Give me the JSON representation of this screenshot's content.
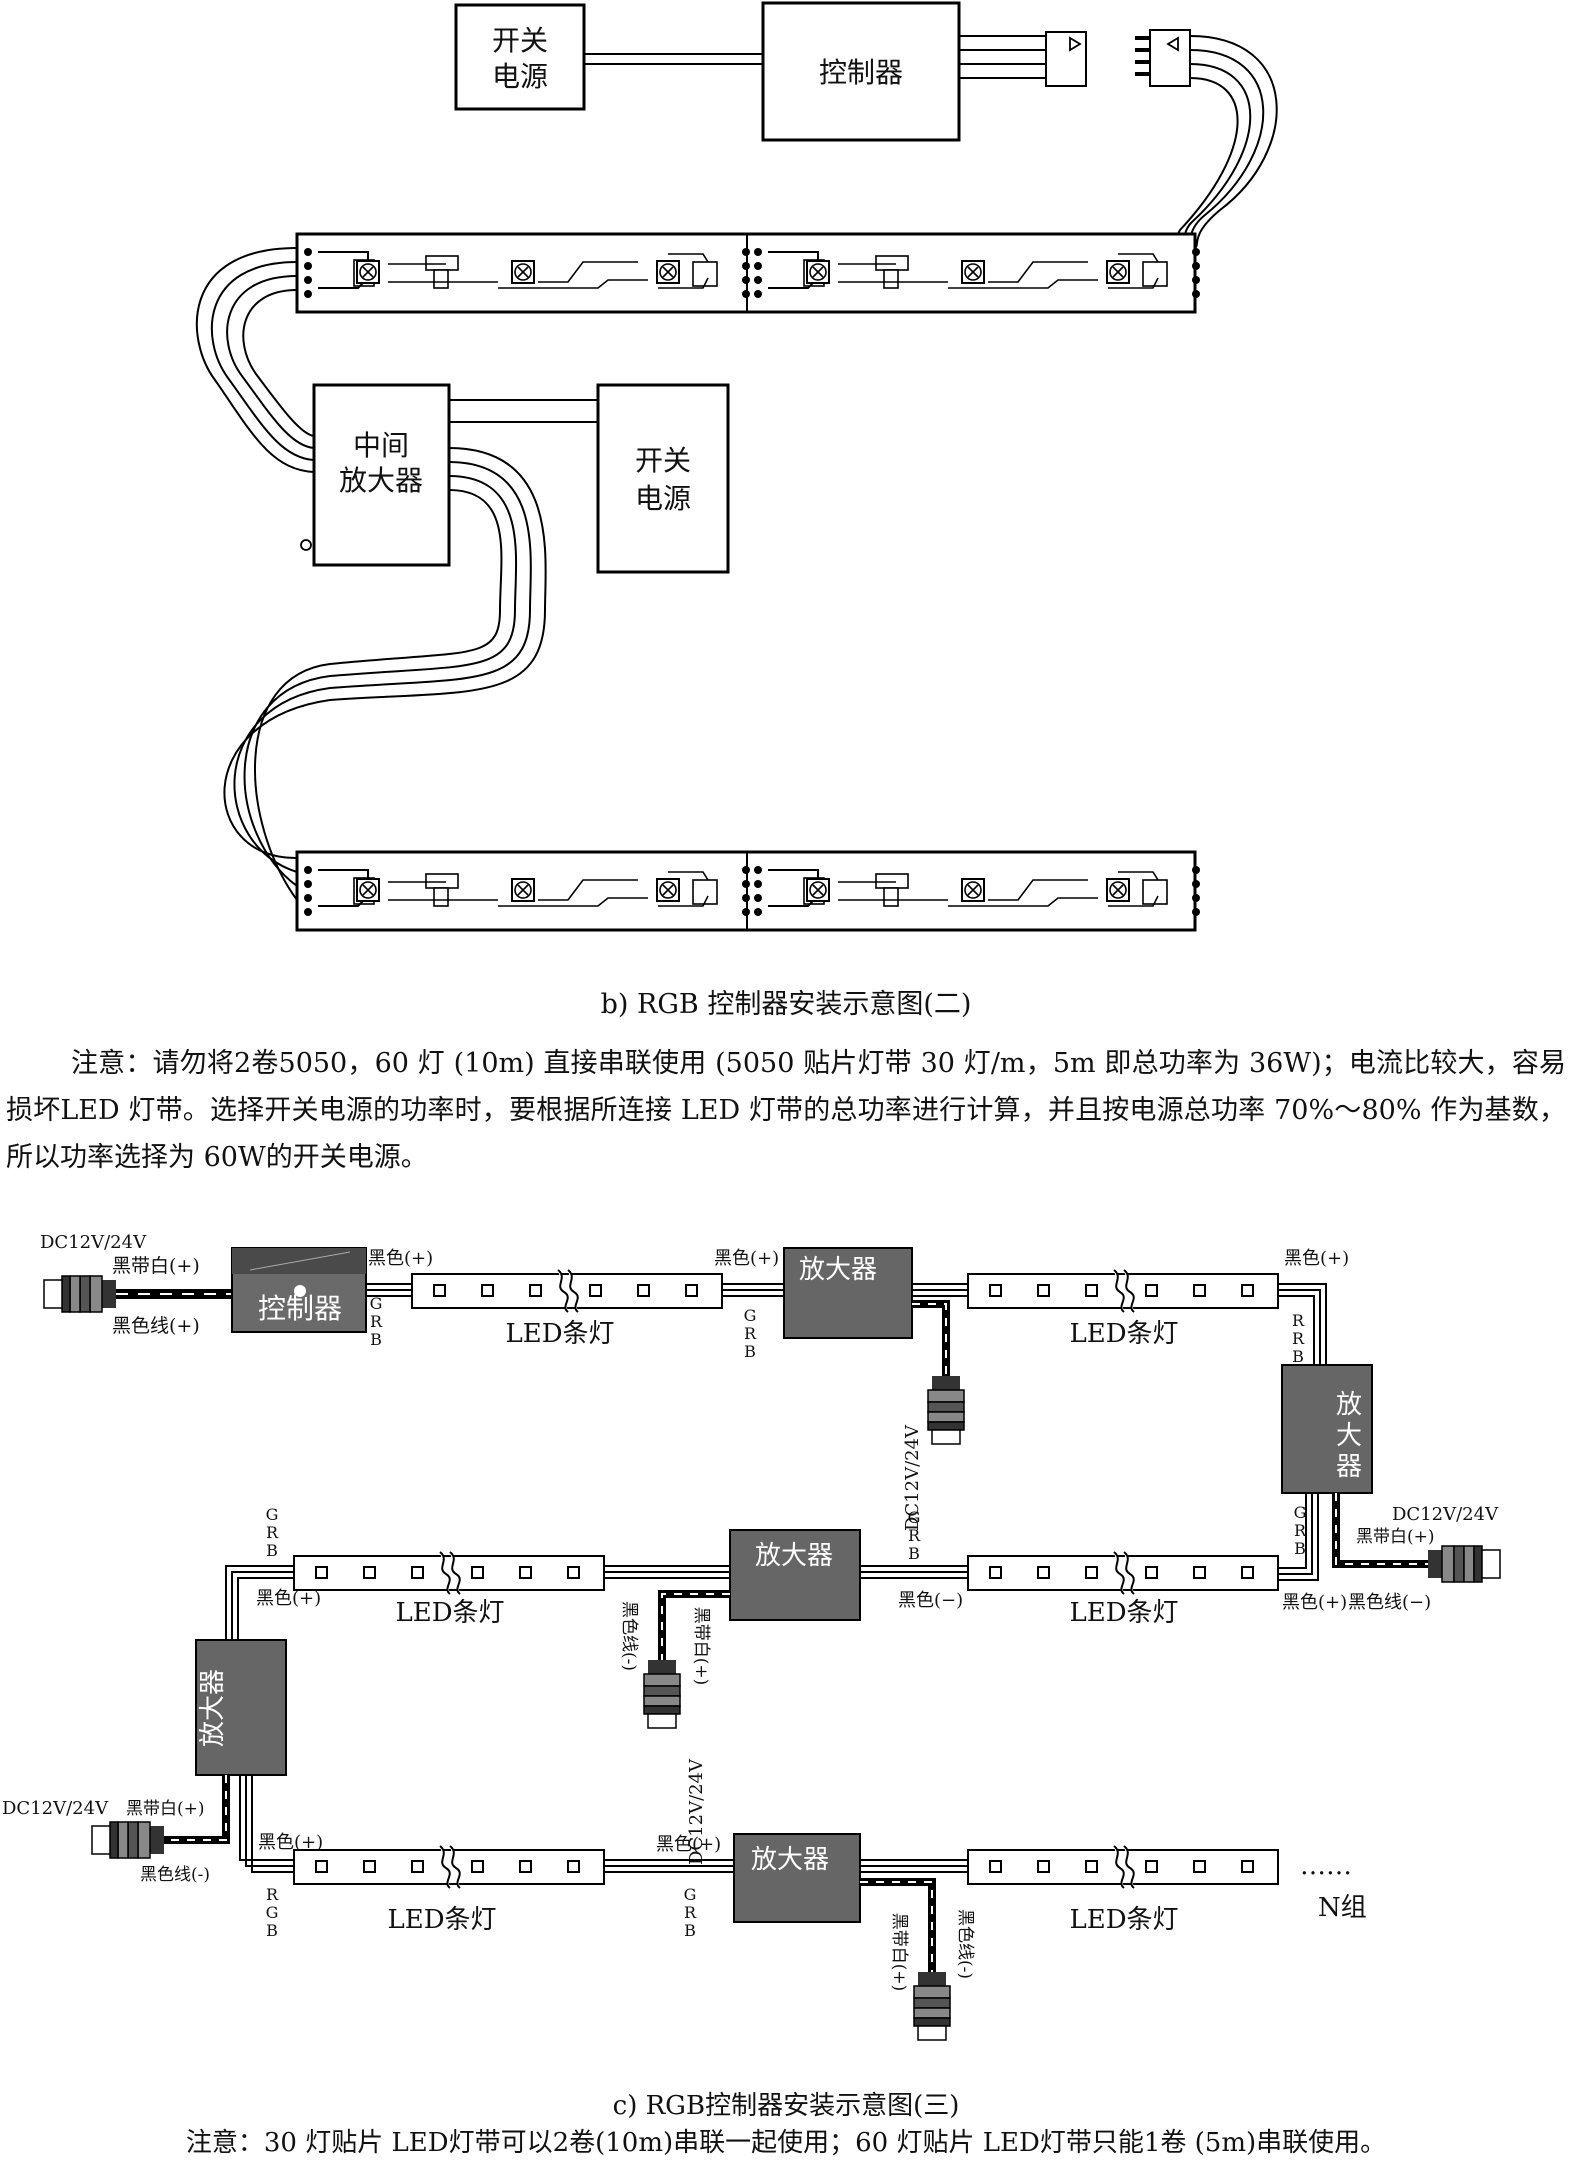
{
  "diagram_b": {
    "psu_top_l1": "开关",
    "psu_top_l2": "电源",
    "controller": "控制器",
    "amp_l1": "中间",
    "amp_l2": "放大器",
    "psu_mid_l1": "开关",
    "psu_mid_l2": "电源",
    "caption": "b) RGB 控制器安装示意图(二)"
  },
  "note_b": "注意：请勿将2卷5050，60 灯 (10m) 直接串联使用 (5050 贴片灯带 30 灯/m，5m 即总功率为 36W)；电流比较大，容易损坏LED 灯带。选择开关电源的功率时，要根据所连接 LED 灯带的总功率进行计算，并且按电源总功率 70%～80% 作为基数，所以功率选择为 60W的开关电源。",
  "diagram_c": {
    "dc_label": "DC12V/24V",
    "black_white_pos": "黑带白(+)",
    "black_wire_pos": "黑色线(+)",
    "black_wire_neg": "黑色线(−)",
    "black_wire_neg_paren": "黑色线(-)",
    "black_pos": "黑色(+)",
    "black_neg": "黑色(−)",
    "controller": "控制器",
    "amplifier": "放大器",
    "amp_char_1": "放",
    "amp_char_2": "大",
    "amp_char_3": "器",
    "led_strip": "LED条灯",
    "grb_g": "G",
    "grb_r": "R",
    "grb_b": "B",
    "ellipsis": "……",
    "n_groups": "N组",
    "caption": "c) RGB控制器安装示意图(三)"
  },
  "note_c": "注意：30 灯贴片 LED灯带可以2卷(10m)串联一起使用；60 灯贴片 LED灯带只能1卷 (5m)串联使用。"
}
